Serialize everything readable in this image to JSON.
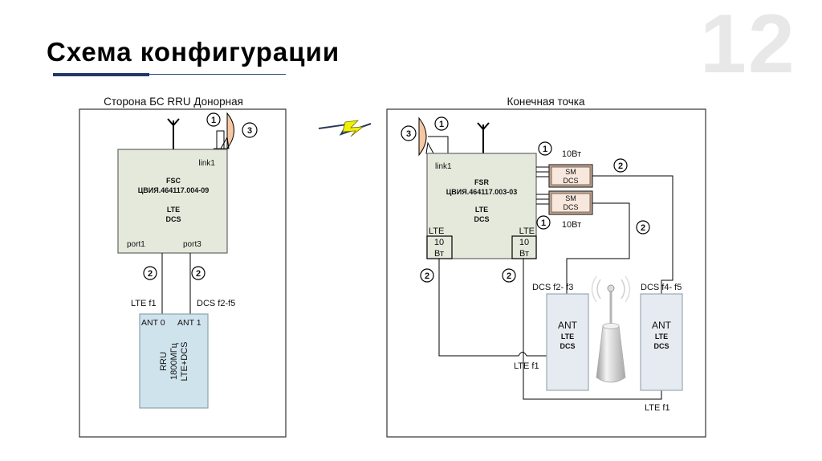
{
  "slide": {
    "title": "Схема конфигурации",
    "page_number": "12"
  },
  "left_panel": {
    "caption": "Сторона БС RRU Донорная",
    "fsc": {
      "link": "link1",
      "name": "FSC",
      "code": "ЦВИЯ.464117.004-09",
      "tech1": "LTE",
      "tech2": "DCS",
      "port_a": "port1",
      "port_b": "port3"
    },
    "markers": {
      "m1": "1",
      "m3": "3",
      "m2a": "2",
      "m2b": "2"
    },
    "links": {
      "lte": "LTE f1",
      "dcs": "DCS  f2-f5"
    },
    "rru": {
      "ant0": "ANT 0",
      "ant1": "ANT 1",
      "line1": "RRU",
      "line2": "1800МГц",
      "line3": "LTE+DCS"
    }
  },
  "right_panel": {
    "caption": "Конечная точка",
    "fsr": {
      "link": "link1",
      "name": "FSR",
      "code": "ЦВИЯ.464117.003-03",
      "tech1": "LTE",
      "tech2": "DCS",
      "amp_label": "LTE",
      "amp_power": "10",
      "amp_unit": "Вт"
    },
    "markers": {
      "m3": "3",
      "m1a": "1",
      "m1b": "1",
      "m1c": "1",
      "m2": "2"
    },
    "sm_modules": [
      {
        "line1": "SM",
        "line2": "DCS",
        "power": "10Вт"
      },
      {
        "line1": "SM",
        "line2": "DCS",
        "power": "10Вт"
      }
    ],
    "antennas": [
      {
        "band": "DCS f2- f3",
        "line1": "ANT",
        "line2": "LTE",
        "line3": "DCS"
      },
      {
        "band": "DCS f4- f5",
        "line1": "ANT",
        "line2": "LTE",
        "line3": "DCS"
      }
    ],
    "lte_link": "LTE f1"
  }
}
